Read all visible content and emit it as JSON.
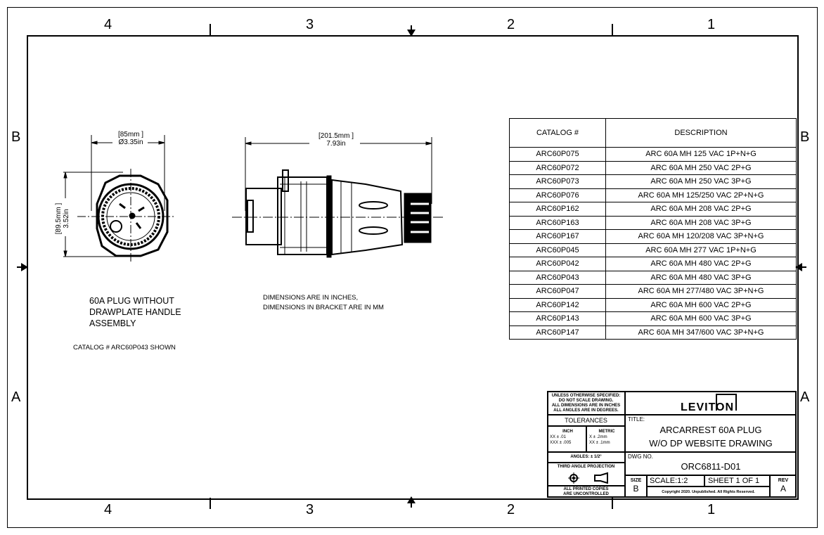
{
  "zones": {
    "columns": [
      "4",
      "3",
      "2",
      "1"
    ],
    "rows": [
      "B",
      "A"
    ]
  },
  "dimensions": {
    "front_width_mm": "[85mm ]",
    "front_width_in": "Ø3.35in",
    "front_height_mm": "[89.5mm ]",
    "front_height_in": "3.52in",
    "side_length_mm": "[201.5mm ]",
    "side_length_in": "7.93in"
  },
  "notes": {
    "view_label": [
      "60A PLUG WITHOUT",
      "DRAWPLATE HANDLE",
      "ASSEMBLY"
    ],
    "catalog_shown": "CATALOG # ARC60P043 SHOWN",
    "units": [
      "DIMENSIONS ARE IN INCHES,",
      "DIMENSIONS IN BRACKET ARE IN MM"
    ]
  },
  "catalog_table": {
    "headers": [
      "CATALOG #",
      "DESCRIPTION"
    ],
    "rows": [
      [
        "ARC60P075",
        "ARC 60A MH 125 VAC 1P+N+G"
      ],
      [
        "ARC60P072",
        "ARC 60A MH 250 VAC 2P+G"
      ],
      [
        "ARC60P073",
        "ARC 60A MH 250 VAC 3P+G"
      ],
      [
        "ARC60P076",
        "ARC 60A MH 125/250 VAC 2P+N+G"
      ],
      [
        "ARC60P162",
        "ARC 60A MH 208 VAC 2P+G"
      ],
      [
        "ARC60P163",
        "ARC 60A MH 208 VAC 3P+G"
      ],
      [
        "ARC60P167",
        "ARC 60A MH 120/208 VAC 3P+N+G"
      ],
      [
        "ARC60P045",
        "ARC 60A MH 277 VAC 1P+N+G"
      ],
      [
        "ARC60P042",
        "ARC 60A MH 480 VAC 2P+G"
      ],
      [
        "ARC60P043",
        "ARC 60A MH 480 VAC 3P+G"
      ],
      [
        "ARC60P047",
        "ARC 60A MH 277/480 VAC 3P+N+G"
      ],
      [
        "ARC60P142",
        "ARC 60A MH 600 VAC 2P+G"
      ],
      [
        "ARC60P143",
        "ARC 60A MH 600 VAC 3P+G"
      ],
      [
        "ARC60P147",
        "ARC 60A MH 347/600 VAC 3P+N+G"
      ]
    ]
  },
  "title_block": {
    "unless": [
      "UNLESS OTHERWISE SPECIFIED:",
      "DO NOT SCALE DRAWING.",
      "ALL DIMENSIONS ARE IN INCHES",
      "ALL ANGLES ARE IN DEGREES."
    ],
    "tolerances": "TOLERANCES",
    "inch": "INCH",
    "inch_1": "XX  ± .01",
    "inch_2": "XXX ± .005",
    "metric": "METRIC",
    "metric_1": "X   ± .2mm",
    "metric_2": "XX  ± .1mm",
    "angles": "ANGLES: ± 1/2°",
    "projection": "THIRD ANGLE PROJECTION",
    "uncontrolled": [
      "ALL PRINTED COPIES",
      "ARE UNCONTROLLED"
    ],
    "logo": "LEVITON",
    "title_label": "TITLE:",
    "title": [
      "ARCARREST 60A PLUG",
      "W/O DP WEBSITE DRAWING"
    ],
    "dwg_label": "DWG NO.",
    "dwg_no": "ORC6811-D01",
    "size_label": "SIZE",
    "size": "B",
    "scale": "SCALE:1:2",
    "sheet": "SHEET 1 OF 1",
    "rev_label": "REV",
    "rev": "A",
    "copyright": "Copyright 2020. Unpublished. All Rights Reserved."
  }
}
